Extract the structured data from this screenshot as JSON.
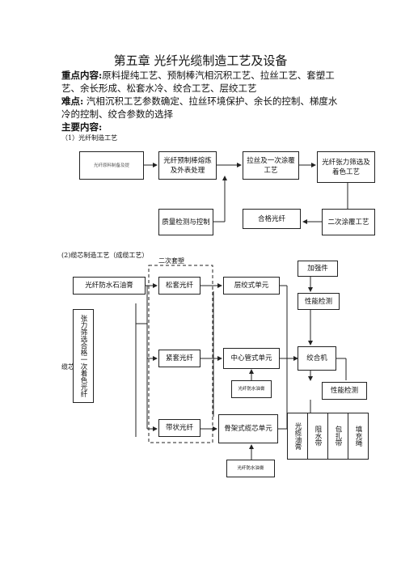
{
  "title": "第五章  光纤光缆制造工艺及设备",
  "key_points": {
    "label": "重点内容:",
    "text": "原料提纯工艺、预制棒汽相沉积工艺、拉丝工艺、套塑工艺、余长形成、松套水冷、绞合工艺、层绞工艺"
  },
  "difficult_points": {
    "label": "难点:",
    "text": " 汽相沉积工艺参数确定、拉丝环境保护、余长的控制、梯度水冷的控制、绞合参数的选择"
  },
  "main_content": "主要内容:",
  "section1": {
    "label": "（1）光纤制造工艺",
    "boxes": {
      "raw": "光纤原料制备及提",
      "preform": "光纤预制棒熔炼及外表处理",
      "draw": "拉丝及一次涂覆工艺",
      "screen": "光纤张力筛选及着色工艺",
      "quality": "质量检测与控制",
      "qualified": "合格光纤",
      "second": "二次涂覆工艺"
    }
  },
  "section2": {
    "label": "(2)缆芯制造工艺（成缆工艺）",
    "secondary_sheath": "二次套塑",
    "cable_core": "缆芯",
    "boxes": {
      "water_gel": "光纤防水石油膏",
      "tension": "张力筛选合格一次着色光纤",
      "loose": "松套光纤",
      "tight": "紧套光纤",
      "ribbon": "带状光纤",
      "layer": "层绞式单元",
      "central": "中心管式单元",
      "central_gel": "光纤防水油膏",
      "skeleton": "骨架式缆芯单元",
      "skeleton_gel": "光纤防水油膏",
      "strength": "加强件",
      "perf1": "性能检测",
      "stranding": "绞合机",
      "perf2": "性能检测",
      "mat1": "光缆油膏",
      "mat2": "阻水带",
      "mat3": "包扎带",
      "mat4": "填充绳"
    }
  }
}
